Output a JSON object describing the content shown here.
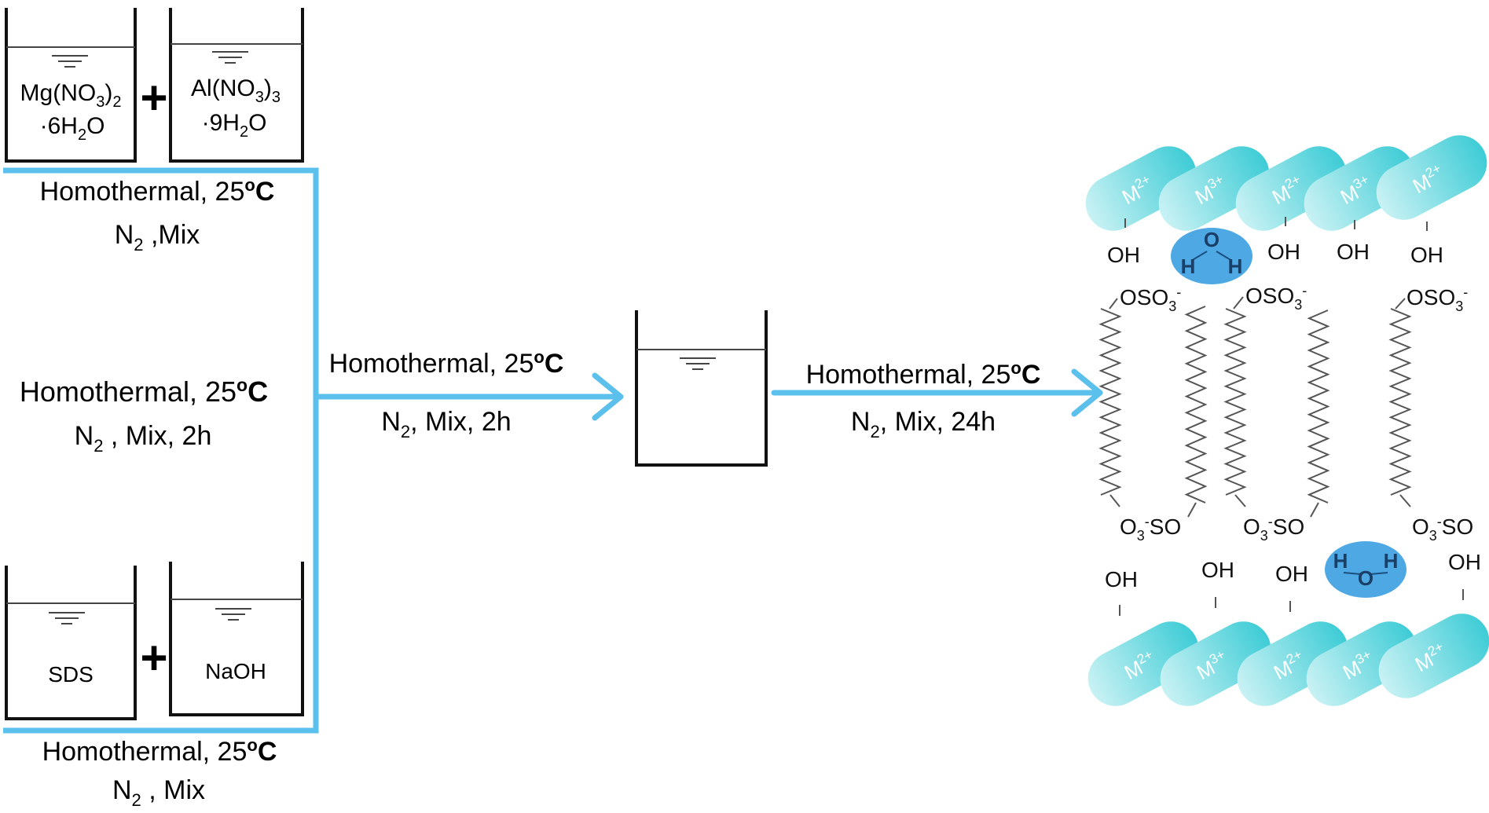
{
  "colors": {
    "flow": "#5BC0EB",
    "ink": "#111111",
    "cation_light": "#C9F2F4",
    "cation_dark": "#3ECCD6",
    "water": "#4EA8E3"
  },
  "beakers": {
    "mg": {
      "line1": "Mg(NO3)2",
      "line2": "·6H2O"
    },
    "al": {
      "line1": "Al(NO3)3",
      "line2": "·9H2O"
    },
    "sds": {
      "label": "SDS"
    },
    "naoh": {
      "label": "NaOH"
    },
    "plus": "+"
  },
  "conditions": {
    "top": {
      "line1": "Homothermal, 25°C",
      "line2": "N2 ,Mix"
    },
    "left": {
      "line1": "Homothermal, 25°C",
      "line2": "N2 , Mix, 2h"
    },
    "bottom": {
      "line1": "Homothermal, 25°C",
      "line2": "N2 , Mix"
    },
    "arrow1": {
      "line1": "Homothermal, 25°C",
      "line2": "N2, Mix, 2h"
    },
    "arrow2": {
      "line1": "Homothermal, 25°C",
      "line2": "N2, Mix, 24h"
    }
  },
  "structure": {
    "top_cations": [
      "M2+",
      "M3+",
      "M2+",
      "M3+",
      "M2+"
    ],
    "bottom_cations": [
      "M2+",
      "M3+",
      "M2+",
      "M3+",
      "M2+"
    ],
    "hydroxyl": "OH",
    "sulfate_top": "OSO3-",
    "sulfate_bottom": "O3-SO",
    "water_o": "O",
    "water_h": "H"
  }
}
